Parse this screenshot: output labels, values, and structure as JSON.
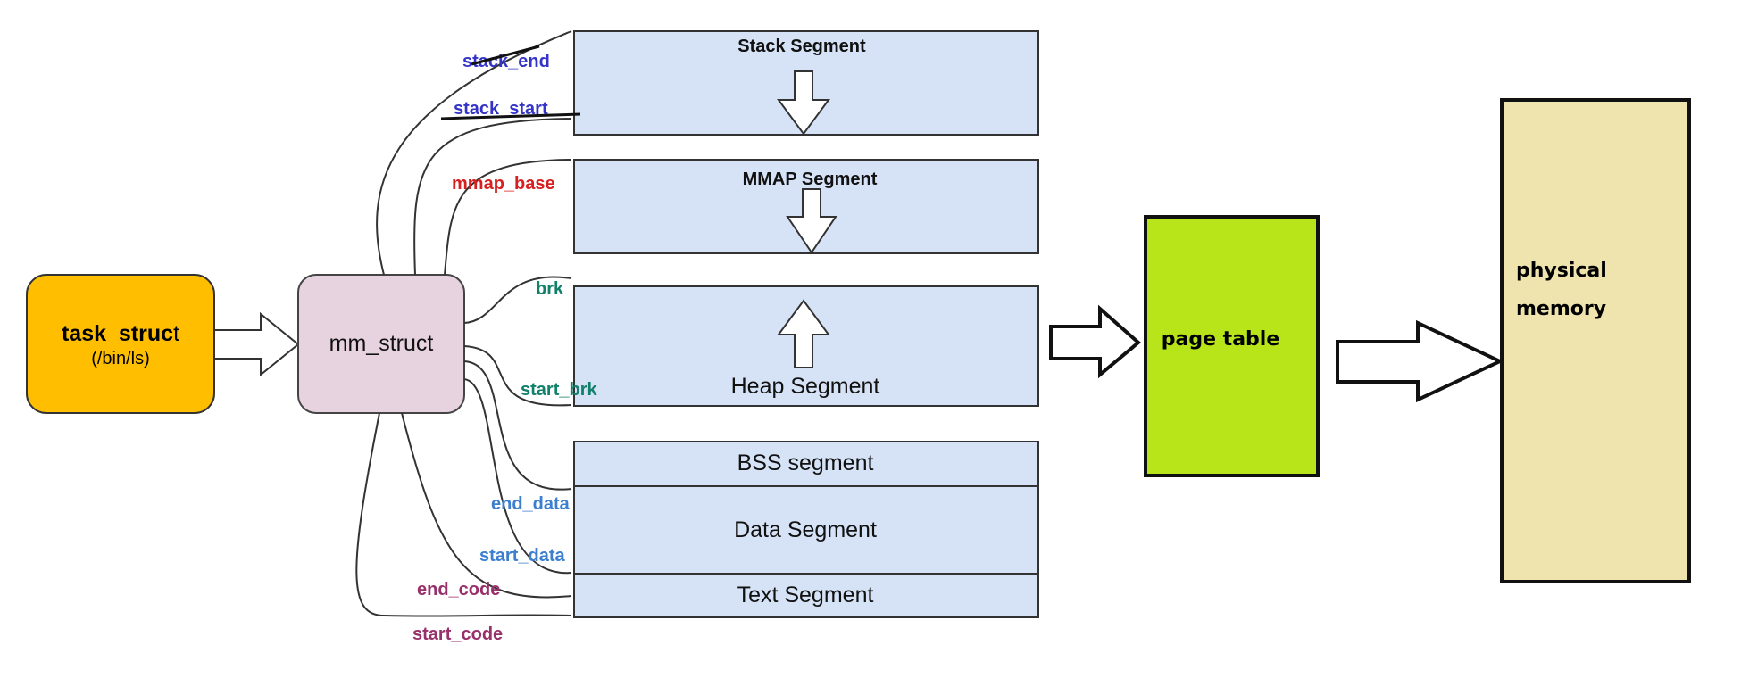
{
  "task_struct": {
    "title": "task_struc",
    "title_tail": "t",
    "subtitle": "(/bin/ls)"
  },
  "mm_struct": {
    "label": "mm_struct"
  },
  "segments": {
    "stack": "Stack Segment",
    "mmap": "MMAP Segment",
    "heap": "Heap Segment",
    "bss": "BSS segment",
    "data": "Data Segment",
    "text": "Text Segment"
  },
  "pointers": {
    "stack_end": "stack_end",
    "stack_start": "stack_start",
    "mmap_base": "mmap_base",
    "brk": "brk",
    "start_brk": "start_brk",
    "end_data": "end_data",
    "start_data": "start_data",
    "end_code": "end_code",
    "start_code": "start_code"
  },
  "page_table": {
    "label": "page table"
  },
  "physical_memory": {
    "line1": "physical",
    "line2": "memory"
  },
  "colors": {
    "task_struct_fill": "#ffbf00",
    "mm_struct_fill": "#e7d3e0",
    "segment_fill": "#d6e3f6",
    "page_table_fill": "#b7e51a",
    "physical_memory_fill": "#efe4ad",
    "stack_label": "#3434c8",
    "mmap_label": "#d71f1f",
    "heap_label": "#12806b",
    "data_label": "#3c7fcf",
    "code_label": "#98306a"
  }
}
